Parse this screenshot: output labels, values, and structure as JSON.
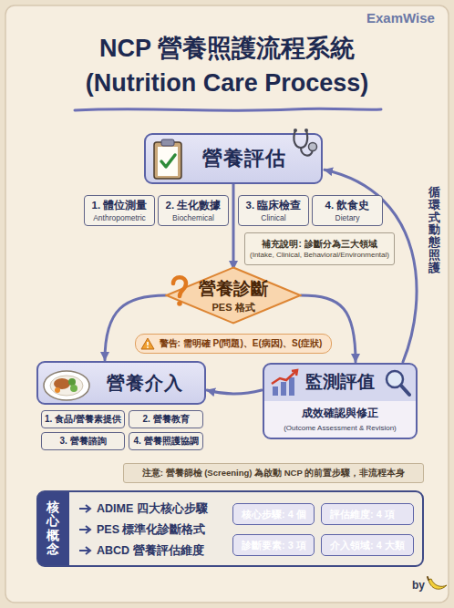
{
  "diagram": {
    "title": "NCP 營養照護流程系統 (Nutrition Care Process)",
    "nodes": [
      {
        "text": [
          "營養評估"
        ]
      },
      {
        "text": [
          "1. 體位測量",
          "Anthropometric"
        ]
      },
      {
        "text": [
          "2. 生化數據",
          "Biochemical"
        ]
      },
      {
        "text": [
          "3. 臨床檢查",
          "Clinical"
        ]
      },
      {
        "text": [
          "4. 飲食史",
          "Dietary"
        ]
      },
      {
        "text": [
          "補充說明: 診斷分為三大領域",
          "(Intake, Clinical, Behavioral/Environmental)"
        ]
      },
      {
        "text": [
          "營養診斷",
          "PES 格式"
        ]
      },
      {
        "text": [
          "警告: 需明確 P(問題)、E(病因)、S(症狀)"
        ]
      },
      {
        "text": [
          "營養介入"
        ]
      },
      {
        "text": [
          "1. 食品/營養素提供"
        ]
      },
      {
        "text": [
          "2. 營養教育"
        ]
      },
      {
        "text": [
          "3. 營養諮詢"
        ]
      },
      {
        "text": [
          "4. 營養照護協調"
        ]
      },
      {
        "text": [
          "監測評值",
          "成效確認與修正",
          "(Outcome Assessment & Revision)"
        ]
      },
      {
        "text": [
          "注意: 營養篩檢 (Screening) 為啟動 NCP 的前置步驟，非流程本身"
        ]
      },
      {
        "text": [
          "核心概念",
          "ADIME 四大核心步驟",
          "PES 標準化診斷格式",
          "ABCD 營養評估維度"
        ]
      },
      {
        "text": [
          "核心步驟: 4 個"
        ],
        "in": 15
      },
      {
        "text": [
          "評估維度: 4 項"
        ],
        "in": 15
      },
      {
        "text": [
          "診斷要素: 3 項"
        ],
        "in": 15
      },
      {
        "text": [
          "介入領域: 4 大類"
        ],
        "in": 15
      }
    ],
    "edges": [
      {
        "from": 0,
        "to": 6,
        "arrow": "to"
      },
      {
        "from": 6,
        "to": 8,
        "arrow": "to"
      },
      {
        "from": 6,
        "to": 13,
        "arrow": "to"
      },
      {
        "from": 13,
        "to": 8,
        "arrow": "to"
      },
      {
        "from": 13,
        "to": 0,
        "arrow": "to"
      }
    ],
    "labels": [
      "ExamWise",
      "循環式動態照護",
      "by"
    ]
  }
}
